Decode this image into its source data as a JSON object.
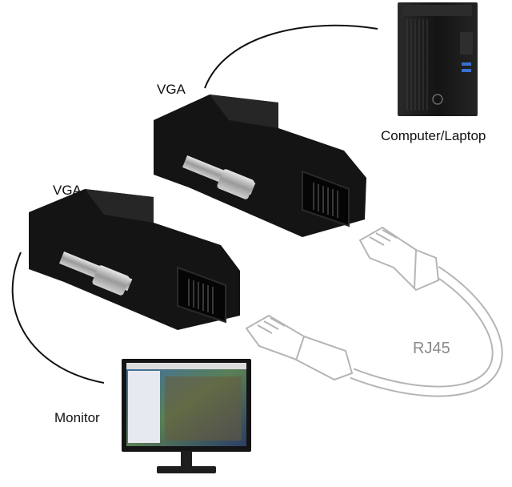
{
  "labels": {
    "vga_top": "VGA",
    "vga_bottom": "VGA",
    "computer": "Computer/Laptop",
    "monitor": "Monitor",
    "rj45": "RJ45"
  },
  "colors": {
    "adapter_body": "#151515",
    "cable_outline": "#bdbdbd",
    "label_text": "#111111",
    "rj45_text": "#8a8a8a",
    "tower": "#1b1b1b"
  },
  "icons": {
    "computer": "desktop-tower-icon",
    "monitor": "monitor-icon",
    "adapter": "vga-to-rj45-adapter-icon"
  }
}
